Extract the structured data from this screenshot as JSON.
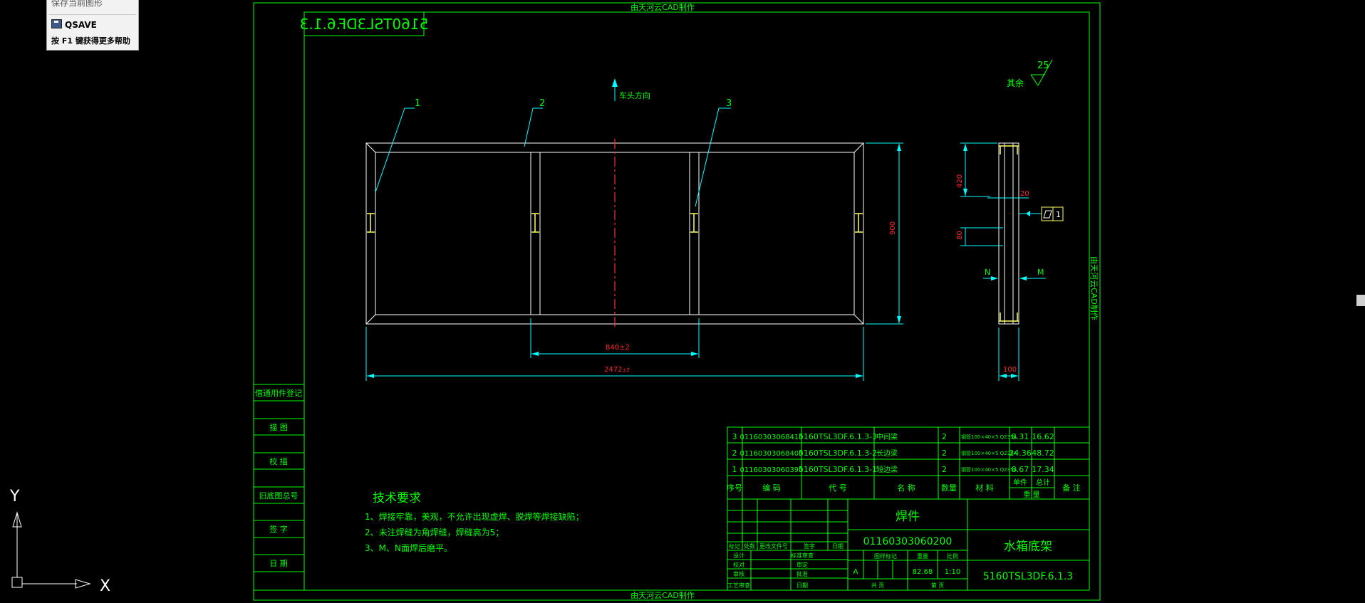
{
  "tooltip": {
    "line1": "保存当前图形",
    "command": "QSAVE",
    "help": "按 F1 键获得更多帮助"
  },
  "frame": {
    "watermark_top": "由天河云CAD制作",
    "watermark_bottom": "由天河云CAD制作",
    "watermark_right": "由天河云CAD制作",
    "drawing_code_box": "5160TSL3DF.6.1.3"
  },
  "left_strip": {
    "items": [
      "借通用件登记",
      "描  图",
      "校  描",
      "旧底图总号",
      "签  字",
      "日  期"
    ]
  },
  "drawing": {
    "balloons": [
      "1",
      "2",
      "3"
    ],
    "direction_label": "车头方向",
    "roughness_label": "其余",
    "roughness_value": "25",
    "dim_total_width": "2472",
    "dim_total_width_tol": "±2",
    "dim_inner": "840±2",
    "dim_height": "900",
    "side_dim_depth": "100",
    "side_dim_20": "20",
    "side_dim_420": "420",
    "side_dim_80": "80",
    "section_n": "N",
    "section_m": "M",
    "flatness_tol": "1"
  },
  "tech_requirements": {
    "title": "技术要求",
    "lines": [
      "1、焊接牢靠，美观，不允许出现虚焊、脱焊等焊接缺陷；",
      "2、未注焊缝为角焊缝，焊缝高为5；",
      "3、M、N面焊后磨平。"
    ]
  },
  "bom": {
    "rows": [
      {
        "seq": "3",
        "code": "01160303068410",
        "part": "5160TSL3DF.6.1.3-3",
        "name": "中间梁",
        "qty": "2",
        "material": "钢管100×40×5 Q235A",
        "unit_w": "8.31",
        "total_w": "16.62",
        "note": ""
      },
      {
        "seq": "2",
        "code": "01160303068400",
        "part": "5160TSL3DF.6.1.3-2",
        "name": "长边梁",
        "qty": "2",
        "material": "钢管100×40×5 Q235A",
        "unit_w": "24.36",
        "total_w": "48.72",
        "note": ""
      },
      {
        "seq": "1",
        "code": "01160303060390",
        "part": "5160TSL3DF.6.1.3-1",
        "name": "短边梁",
        "qty": "2",
        "material": "钢管100×40×5 Q235A",
        "unit_w": "8.67",
        "total_w": "17.34",
        "note": ""
      }
    ],
    "headers": [
      "序号",
      "编  码",
      "代  号",
      "名  称",
      "数量",
      "材  料",
      "单件",
      "总计",
      "备  注"
    ],
    "header_weight": "重  量"
  },
  "title_block": {
    "type_label": "焊件",
    "drawing_number": "01160303060200",
    "part_name": "水箱底架",
    "drawing_code": "5160TSL3DF.6.1.3",
    "mark": "A",
    "weight": "82.68",
    "scale": "1:10",
    "labels": {
      "stage": "图样标记",
      "weight": "重量",
      "scale": "比例",
      "page_sheet": "共  页",
      "page_num": "第  页",
      "rev_mark": "标记",
      "rev_count": "处数",
      "rev_doc": "更改文件号",
      "rev_sign": "签字",
      "rev_date": "日期",
      "design": "设计",
      "check": "校对",
      "review": "审核",
      "process": "工艺审查",
      "std": "标准审查",
      "audit": "审定",
      "approve": "批准",
      "date": "日期"
    }
  },
  "ucs": {
    "x_label": "X",
    "y_label": "Y"
  },
  "colors": {
    "background": "#000000",
    "frame_green": "#00ff00",
    "white": "#ffffff",
    "cyan": "#00ffff",
    "red": "#ff3030",
    "yellow": "#ffff66",
    "dim_red": "#ff2a2a"
  }
}
